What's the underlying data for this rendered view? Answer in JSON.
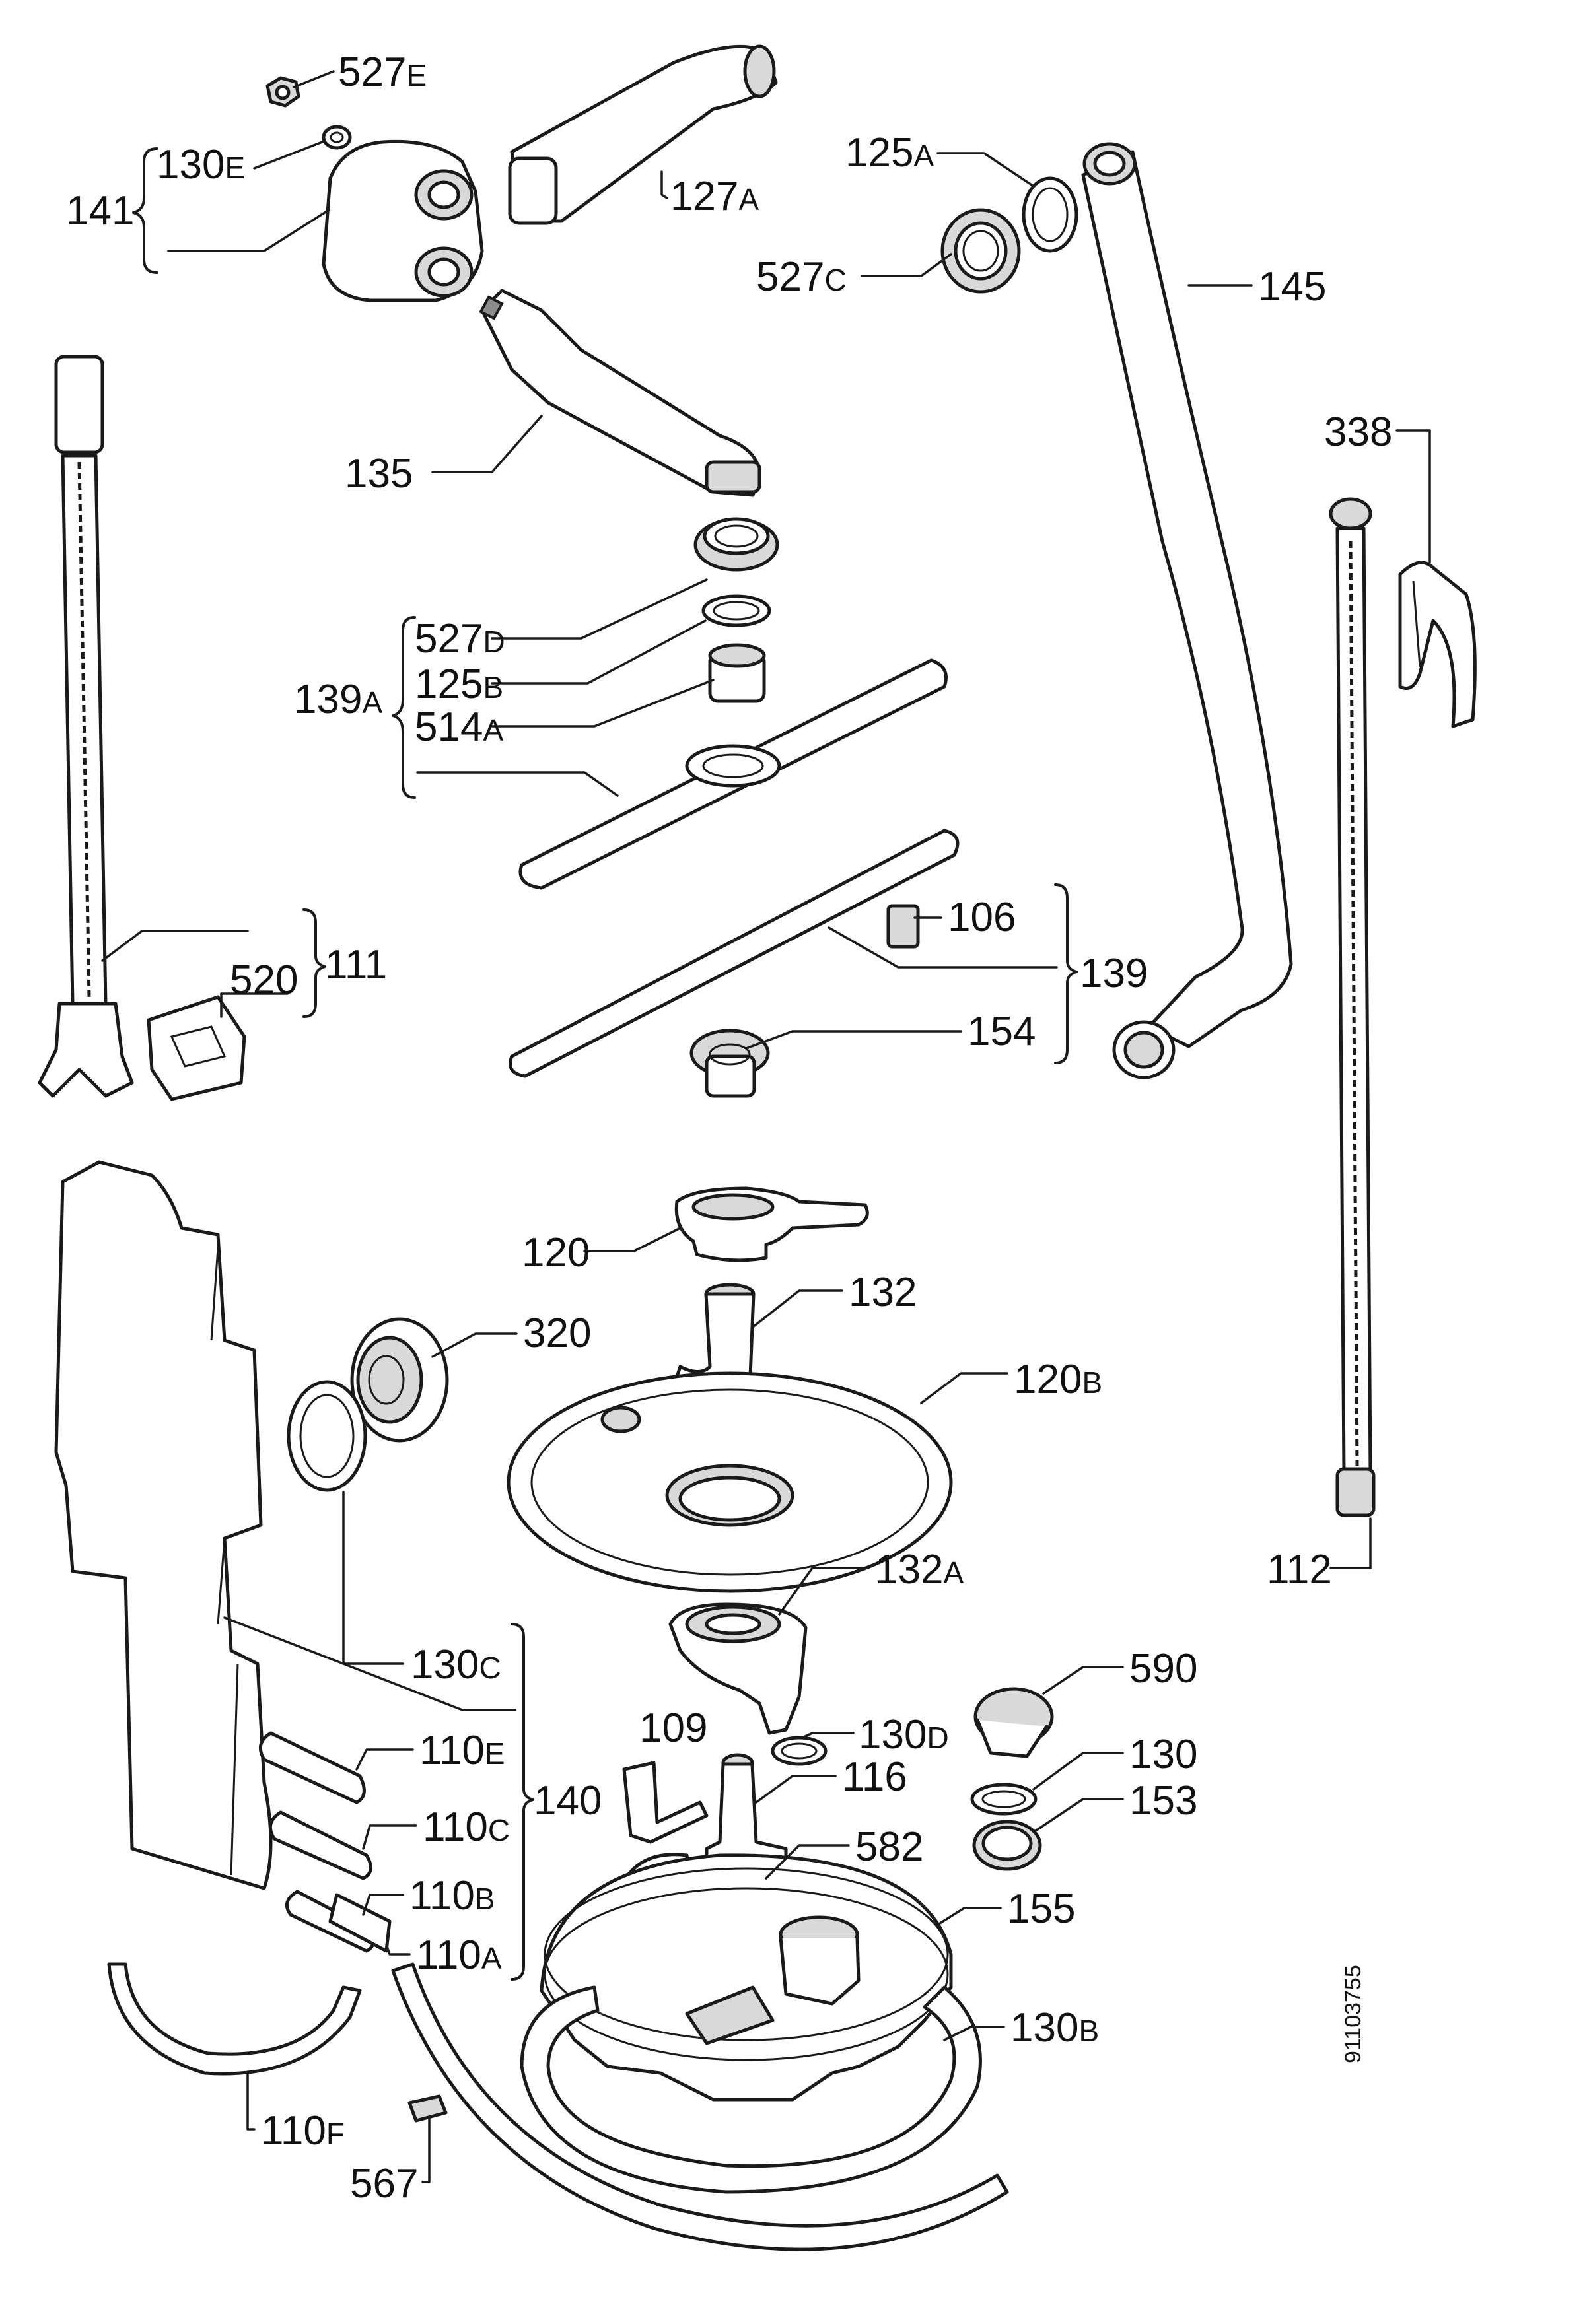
{
  "labels": {
    "l527E": {
      "num": "527",
      "sfx": "E"
    },
    "l130E": {
      "num": "130",
      "sfx": "E"
    },
    "l141": {
      "num": "141",
      "sfx": ""
    },
    "l127A": {
      "num": "127",
      "sfx": "A"
    },
    "l125A": {
      "num": "125",
      "sfx": "A"
    },
    "l527C": {
      "num": "527",
      "sfx": "C"
    },
    "l145": {
      "num": "145",
      "sfx": ""
    },
    "l135": {
      "num": "135",
      "sfx": ""
    },
    "l338": {
      "num": "338",
      "sfx": ""
    },
    "l527D": {
      "num": "527",
      "sfx": "D"
    },
    "l125B": {
      "num": "125",
      "sfx": "B"
    },
    "l139A": {
      "num": "139",
      "sfx": "A"
    },
    "l514A": {
      "num": "514",
      "sfx": "A"
    },
    "l520": {
      "num": "520",
      "sfx": ""
    },
    "l111": {
      "num": "111",
      "sfx": ""
    },
    "l106": {
      "num": "106",
      "sfx": ""
    },
    "l139": {
      "num": "139",
      "sfx": ""
    },
    "l154": {
      "num": "154",
      "sfx": ""
    },
    "l120": {
      "num": "120",
      "sfx": ""
    },
    "l132": {
      "num": "132",
      "sfx": ""
    },
    "l320": {
      "num": "320",
      "sfx": ""
    },
    "l120B": {
      "num": "120",
      "sfx": "B"
    },
    "l132A": {
      "num": "132",
      "sfx": "A"
    },
    "l112": {
      "num": "112",
      "sfx": ""
    },
    "l130C": {
      "num": "130",
      "sfx": "C"
    },
    "l590": {
      "num": "590",
      "sfx": ""
    },
    "l109": {
      "num": "109",
      "sfx": ""
    },
    "l130D": {
      "num": "130",
      "sfx": "D"
    },
    "l130": {
      "num": "130",
      "sfx": ""
    },
    "l110E": {
      "num": "110",
      "sfx": "E"
    },
    "l116": {
      "num": "116",
      "sfx": ""
    },
    "l153": {
      "num": "153",
      "sfx": ""
    },
    "l140": {
      "num": "140",
      "sfx": ""
    },
    "l110C": {
      "num": "110",
      "sfx": "C"
    },
    "l582": {
      "num": "582",
      "sfx": ""
    },
    "l110B": {
      "num": "110",
      "sfx": "B"
    },
    "l155": {
      "num": "155",
      "sfx": ""
    },
    "l110A": {
      "num": "110",
      "sfx": "A"
    },
    "l130B": {
      "num": "130",
      "sfx": "B"
    },
    "l110F": {
      "num": "110",
      "sfx": "F"
    },
    "l567": {
      "num": "567",
      "sfx": ""
    }
  },
  "drawing_code": "91103755",
  "colors": {
    "ink": "#1a1a1a",
    "part_fill": "#ffffff",
    "shade": "#d9d9d9"
  }
}
